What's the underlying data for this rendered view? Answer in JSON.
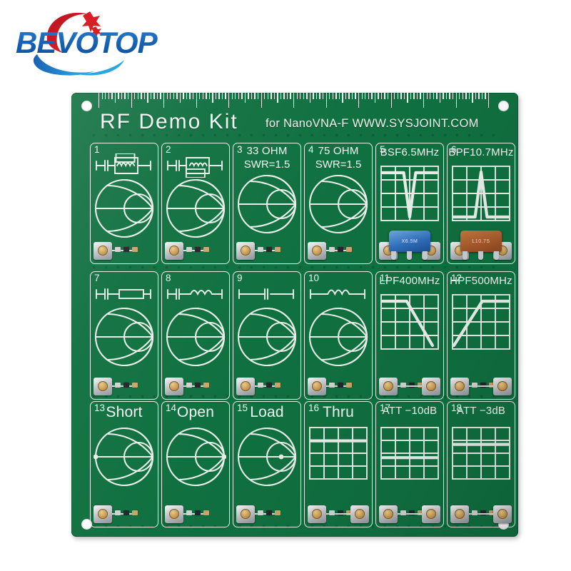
{
  "brand": {
    "name": "BEVOTOP",
    "logo_colors": {
      "red": "#d81f26",
      "blue_dark": "#1763b6",
      "blue_light": "#29a8e0"
    }
  },
  "board": {
    "title": "RF Demo Kit",
    "subtitle": "for NanoVNA-F WWW.SYSJOINT.COM",
    "color": "#107040",
    "silkscreen_color": "#f1f6f1",
    "ruler_ticks": 60,
    "mounting_holes": 4
  },
  "cells": [
    {
      "num": "1",
      "label": "",
      "label2": "",
      "graphic": "smith",
      "schematic": "cap-res-ind-parallel"
    },
    {
      "num": "2",
      "label": "",
      "label2": "",
      "graphic": "smith",
      "schematic": "cap-res-ind-series"
    },
    {
      "num": "3",
      "label": "33 OHM",
      "label2": "SWR=1.5",
      "graphic": "smith",
      "schematic": ""
    },
    {
      "num": "4",
      "label": "75 OHM",
      "label2": "SWR=1.5",
      "graphic": "smith",
      "schematic": ""
    },
    {
      "num": "5",
      "label": "BSF6.5MHz",
      "label2": "",
      "graphic": "plot-notch",
      "schematic": ""
    },
    {
      "num": "6",
      "label": "BPF10.7MHz",
      "label2": "",
      "graphic": "plot-bandpass",
      "schematic": ""
    },
    {
      "num": "7",
      "label": "",
      "label2": "",
      "graphic": "smith",
      "schematic": "cap-resistor"
    },
    {
      "num": "8",
      "label": "",
      "label2": "",
      "graphic": "smith",
      "schematic": "cap-inductor"
    },
    {
      "num": "9",
      "label": "",
      "label2": "",
      "graphic": "smith",
      "schematic": "capacitor"
    },
    {
      "num": "10",
      "label": "",
      "label2": "",
      "graphic": "smith",
      "schematic": "inductor"
    },
    {
      "num": "11",
      "label": "LPF400MHz",
      "label2": "",
      "graphic": "plot-lowpass",
      "schematic": ""
    },
    {
      "num": "12",
      "label": "HPF500MHz",
      "label2": "",
      "graphic": "plot-highpass",
      "schematic": ""
    },
    {
      "num": "13",
      "label": "Short",
      "label2": "",
      "graphic": "smith",
      "schematic": ""
    },
    {
      "num": "14",
      "label": "Open",
      "label2": "",
      "graphic": "smith",
      "schematic": ""
    },
    {
      "num": "15",
      "label": "Load",
      "label2": "",
      "graphic": "smith",
      "schematic": ""
    },
    {
      "num": "16",
      "label": "Thru",
      "label2": "",
      "graphic": "plot-flat-high",
      "schematic": ""
    },
    {
      "num": "17",
      "label": "ATT −10dB",
      "label2": "",
      "graphic": "plot-flat-low",
      "schematic": ""
    },
    {
      "num": "18",
      "label": "ATT −3dB",
      "label2": "",
      "graphic": "plot-flat-mid",
      "schematic": ""
    }
  ],
  "components": {
    "bsf_filter_marking": "X6.5M",
    "bpf_filter_marking": "L10.7S"
  }
}
